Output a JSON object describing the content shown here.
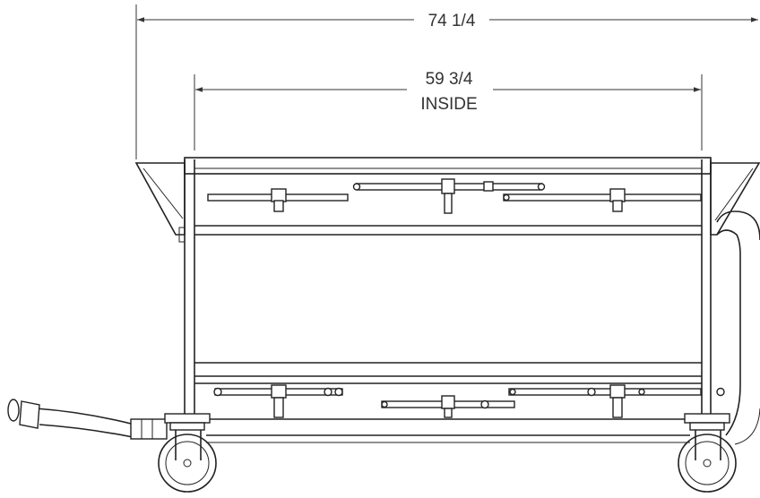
{
  "dimensions": {
    "overall_width": "74 1/4",
    "inside_width": "59 3/4",
    "inside_label": "INSIDE"
  },
  "colors": {
    "line": "#222222",
    "dimension_text": "#333333",
    "background": "#ffffff"
  }
}
